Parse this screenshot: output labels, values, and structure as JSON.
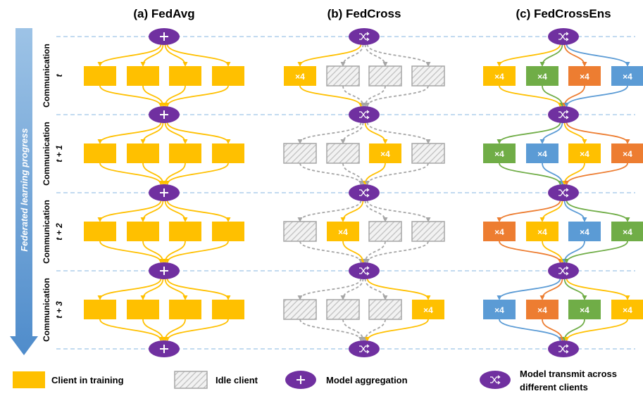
{
  "panels": [
    {
      "title": "(a) FedAvg",
      "hub": "plus-icon",
      "rounds": [
        {
          "clients": [
            {
              "state": "training",
              "label": ""
            },
            {
              "state": "training",
              "label": ""
            },
            {
              "state": "training",
              "label": ""
            },
            {
              "state": "training",
              "label": ""
            }
          ]
        },
        {
          "clients": [
            {
              "state": "training",
              "label": ""
            },
            {
              "state": "training",
              "label": ""
            },
            {
              "state": "training",
              "label": ""
            },
            {
              "state": "training",
              "label": ""
            }
          ]
        },
        {
          "clients": [
            {
              "state": "training",
              "label": ""
            },
            {
              "state": "training",
              "label": ""
            },
            {
              "state": "training",
              "label": ""
            },
            {
              "state": "training",
              "label": ""
            }
          ]
        },
        {
          "clients": [
            {
              "state": "training",
              "label": ""
            },
            {
              "state": "training",
              "label": ""
            },
            {
              "state": "training",
              "label": ""
            },
            {
              "state": "training",
              "label": ""
            }
          ]
        }
      ]
    },
    {
      "title": "(b) FedCross",
      "hub": "shuffle-icon",
      "rounds": [
        {
          "clients": [
            {
              "state": "training",
              "label": "×4"
            },
            {
              "state": "idle",
              "label": ""
            },
            {
              "state": "idle",
              "label": ""
            },
            {
              "state": "idle",
              "label": ""
            }
          ]
        },
        {
          "clients": [
            {
              "state": "idle",
              "label": ""
            },
            {
              "state": "idle",
              "label": ""
            },
            {
              "state": "training",
              "label": "×4"
            },
            {
              "state": "idle",
              "label": ""
            }
          ]
        },
        {
          "clients": [
            {
              "state": "idle",
              "label": ""
            },
            {
              "state": "training",
              "label": "×4"
            },
            {
              "state": "idle",
              "label": ""
            },
            {
              "state": "idle",
              "label": ""
            }
          ]
        },
        {
          "clients": [
            {
              "state": "idle",
              "label": ""
            },
            {
              "state": "idle",
              "label": ""
            },
            {
              "state": "idle",
              "label": ""
            },
            {
              "state": "training",
              "label": "×4"
            }
          ]
        }
      ]
    },
    {
      "title": "(c) FedCrossEns",
      "hub": "shuffle-icon",
      "rounds": [
        {
          "clients": [
            {
              "state": "yellow",
              "label": "×4"
            },
            {
              "state": "green",
              "label": "×4"
            },
            {
              "state": "orange",
              "label": "×4"
            },
            {
              "state": "blue",
              "label": "×4"
            }
          ]
        },
        {
          "clients": [
            {
              "state": "green",
              "label": "×4"
            },
            {
              "state": "blue",
              "label": "×4"
            },
            {
              "state": "yellow",
              "label": "×4"
            },
            {
              "state": "orange",
              "label": "×4"
            }
          ]
        },
        {
          "clients": [
            {
              "state": "orange",
              "label": "×4"
            },
            {
              "state": "yellow",
              "label": "×4"
            },
            {
              "state": "blue",
              "label": "×4"
            },
            {
              "state": "green",
              "label": "×4"
            }
          ]
        },
        {
          "clients": [
            {
              "state": "blue",
              "label": "×4"
            },
            {
              "state": "orange",
              "label": "×4"
            },
            {
              "state": "green",
              "label": "×4"
            },
            {
              "state": "yellow",
              "label": "×4"
            }
          ]
        }
      ]
    }
  ],
  "rounds": [
    {
      "word": "Communication",
      "var": "t"
    },
    {
      "word": "Communication",
      "var": "t + 1"
    },
    {
      "word": "Communication",
      "var": "t + 2"
    },
    {
      "word": "Communication",
      "var": "t + 3"
    }
  ],
  "progress_label": "Federated learning progress",
  "legend": {
    "training_label": "Client in training",
    "idle_label": "Idle client",
    "aggregation_label": "Model aggregation",
    "transmit_label_line1": "Model transmit across",
    "transmit_label_line2": "different clients",
    "aggregation_icon": "plus-icon",
    "transmit_icon": "shuffle-icon"
  },
  "colors": {
    "yellow": "#FFC000",
    "green": "#70AD47",
    "orange": "#ED7D31",
    "blue": "#5B9BD5",
    "purple": "#7030A0",
    "idle_gray": "#A6A6A6",
    "dashed_line": "#9DC3E6",
    "progress_arrow": "#5B9BD5"
  }
}
